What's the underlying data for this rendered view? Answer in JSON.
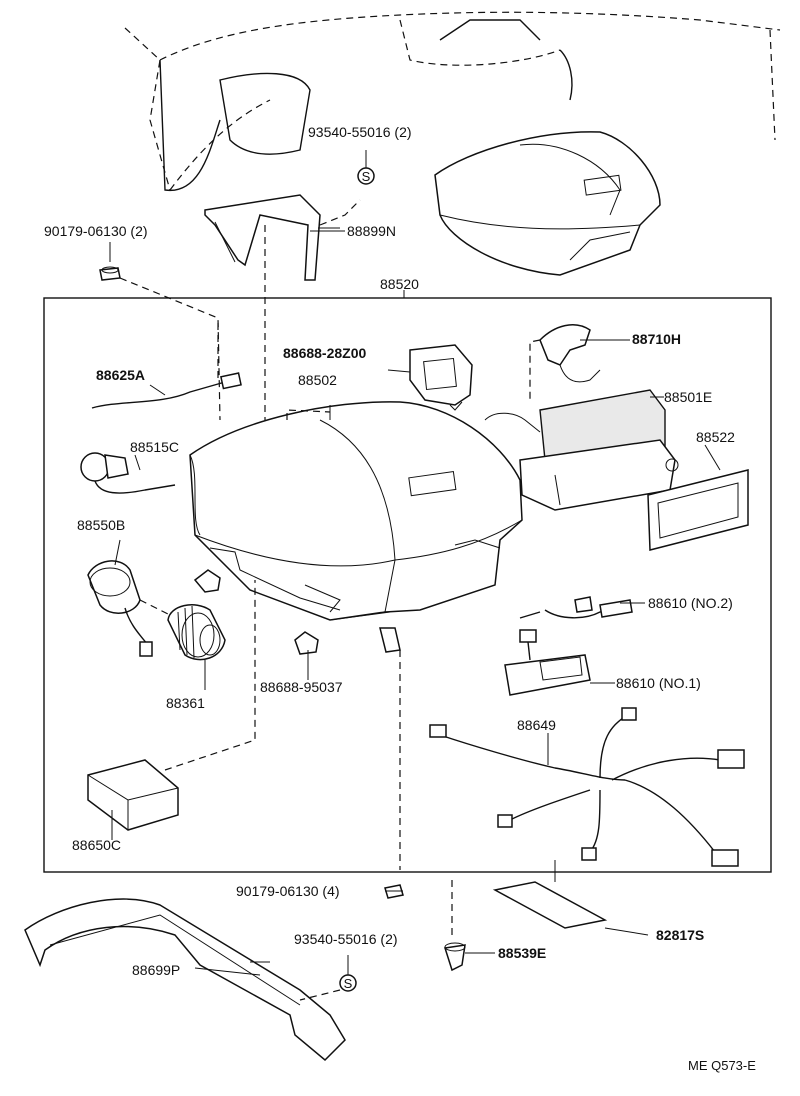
{
  "parts": {
    "p_93540_top": "93540-55016 (2)",
    "p_90179_2": "90179-06130 (2)",
    "p_88899N": "88899N",
    "p_88520": "88520",
    "p_88688_28Z00": "88688-28Z00",
    "p_88710H": "88710H",
    "p_88625A": "88625A",
    "p_88502": "88502",
    "p_88501E": "88501E",
    "p_88515C": "88515C",
    "p_88522": "88522",
    "p_88550B": "88550B",
    "p_88610_no2": "88610 (NO.2)",
    "p_88361": "88361",
    "p_88688_95037": "88688-95037",
    "p_88610_no1": "88610 (NO.1)",
    "p_88649": "88649",
    "p_88650C": "88650C",
    "p_90179_4": "90179-06130 (4)",
    "p_82817S": "82817S",
    "p_93540_bot": "93540-55016 (2)",
    "p_88539E": "88539E",
    "p_88699P": "88699P",
    "ref_code": "ME Q573-E"
  },
  "markers": {
    "s_marker": "S"
  }
}
